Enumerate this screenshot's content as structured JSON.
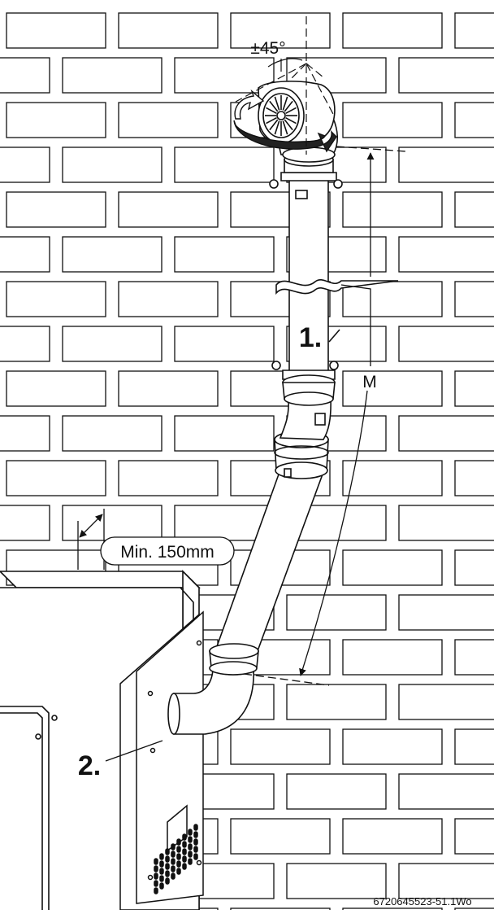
{
  "labels": {
    "angle": "±45°",
    "step1": "1.",
    "step2": "2.",
    "measure": "M",
    "clearance": "Min. 150mm",
    "figure_id": "6720645523-51.1Wo"
  },
  "colors": {
    "line": "#111111",
    "pipe_fill": "#ffffff",
    "background": "#ffffff"
  },
  "icons": [
    "rotation-arrow-icon",
    "vent-grille-icon"
  ]
}
